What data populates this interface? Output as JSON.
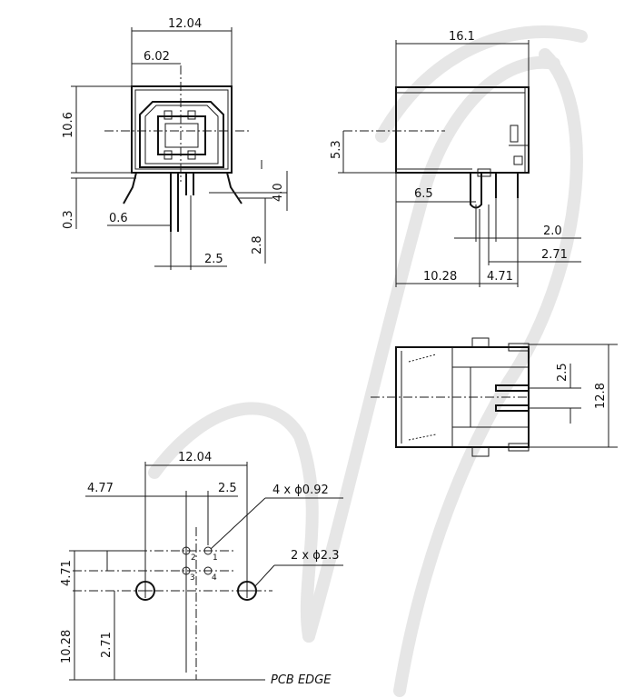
{
  "front_view": {
    "dims": {
      "width": "12.04",
      "half_width": "6.02",
      "height": "10.6",
      "standoff": "0.3",
      "pin_width": "0.6",
      "pin_pitch": "2.5",
      "pin_length": "2.8",
      "tab_length": "4.0"
    }
  },
  "side_view": {
    "dims": {
      "length": "16.1",
      "centerline_height": "5.3",
      "offset_a": "6.5",
      "pin_a": "2.0",
      "pin_b": "2.71",
      "rear": "10.28",
      "front": "4.71"
    }
  },
  "bottom_view": {
    "dims": {
      "pitch": "2.5",
      "width": "12.8"
    }
  },
  "footprint": {
    "dims": {
      "width": "12.04",
      "offset": "4.77",
      "pitch": "2.5",
      "row_spacing": "4.71",
      "edge_distance": "10.28",
      "mount_offset": "2.71"
    },
    "callouts": {
      "signal_holes": "4 x ϕ0.92",
      "mount_holes": "2 x ϕ2.3"
    },
    "pin_numbers": [
      "2",
      "1",
      "3",
      "4"
    ],
    "edge_label": "PCB EDGE"
  }
}
